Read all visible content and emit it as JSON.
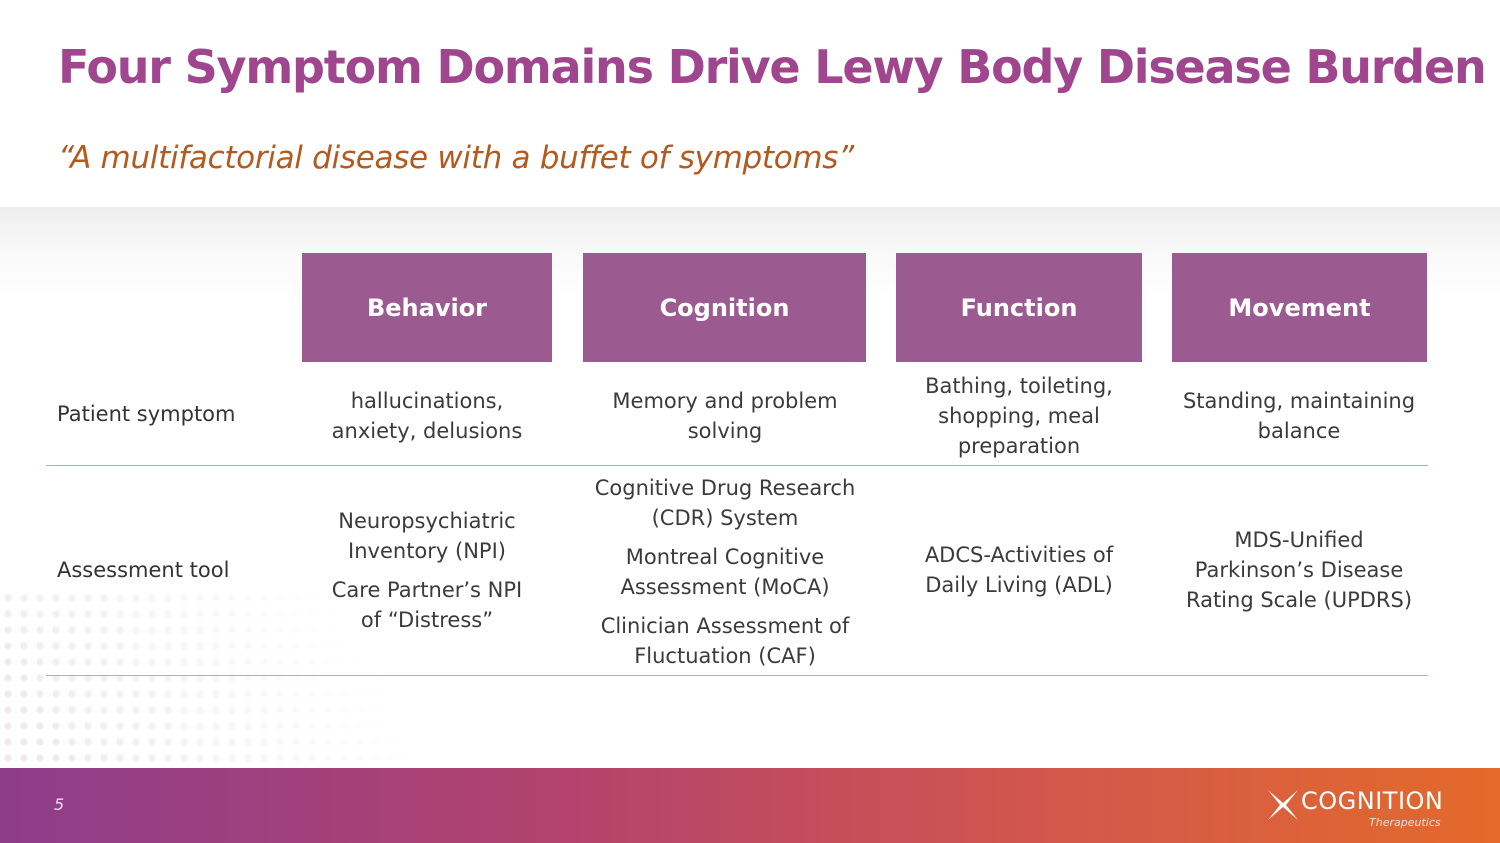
{
  "title": "Four Symptom Domains Drive Lewy Body Disease Burden",
  "subtitle": "“A multifactorial disease with a buffet of symptoms”",
  "table": {
    "columns": [
      "Behavior",
      "Cognition",
      "Function",
      "Movement"
    ],
    "rows": [
      {
        "label": "Patient symptom",
        "cells": [
          [
            "hallucinations, anxiety, delusions"
          ],
          [
            "Memory and problem solving"
          ],
          [
            "Bathing, toileting, shopping, meal preparation"
          ],
          [
            "Standing, maintaining balance"
          ]
        ]
      },
      {
        "label": "Assessment tool",
        "cells": [
          [
            "Neuropsychiatric Inventory (NPI)",
            "Care Partner’s NPI of “Distress”"
          ],
          [
            "Cognitive Drug Research (CDR) System",
            "Montreal Cognitive Assessment (MoCA)",
            "Clinician Assessment of Fluctuation (CAF)"
          ],
          [
            "ADCS-Activities of Daily Living (ADL)"
          ],
          [
            "MDS-Unified Parkinson’s Disease Rating Scale (UPDRS)"
          ]
        ]
      }
    ]
  },
  "footer": {
    "page_number": "5",
    "logo_text": "COGNITION",
    "logo_sub": "Therapeutics"
  },
  "colors": {
    "title": "#a0468e",
    "subtitle": "#b35a1f",
    "header_fill": "#9b5b91",
    "rule": "#d9a0a0"
  }
}
